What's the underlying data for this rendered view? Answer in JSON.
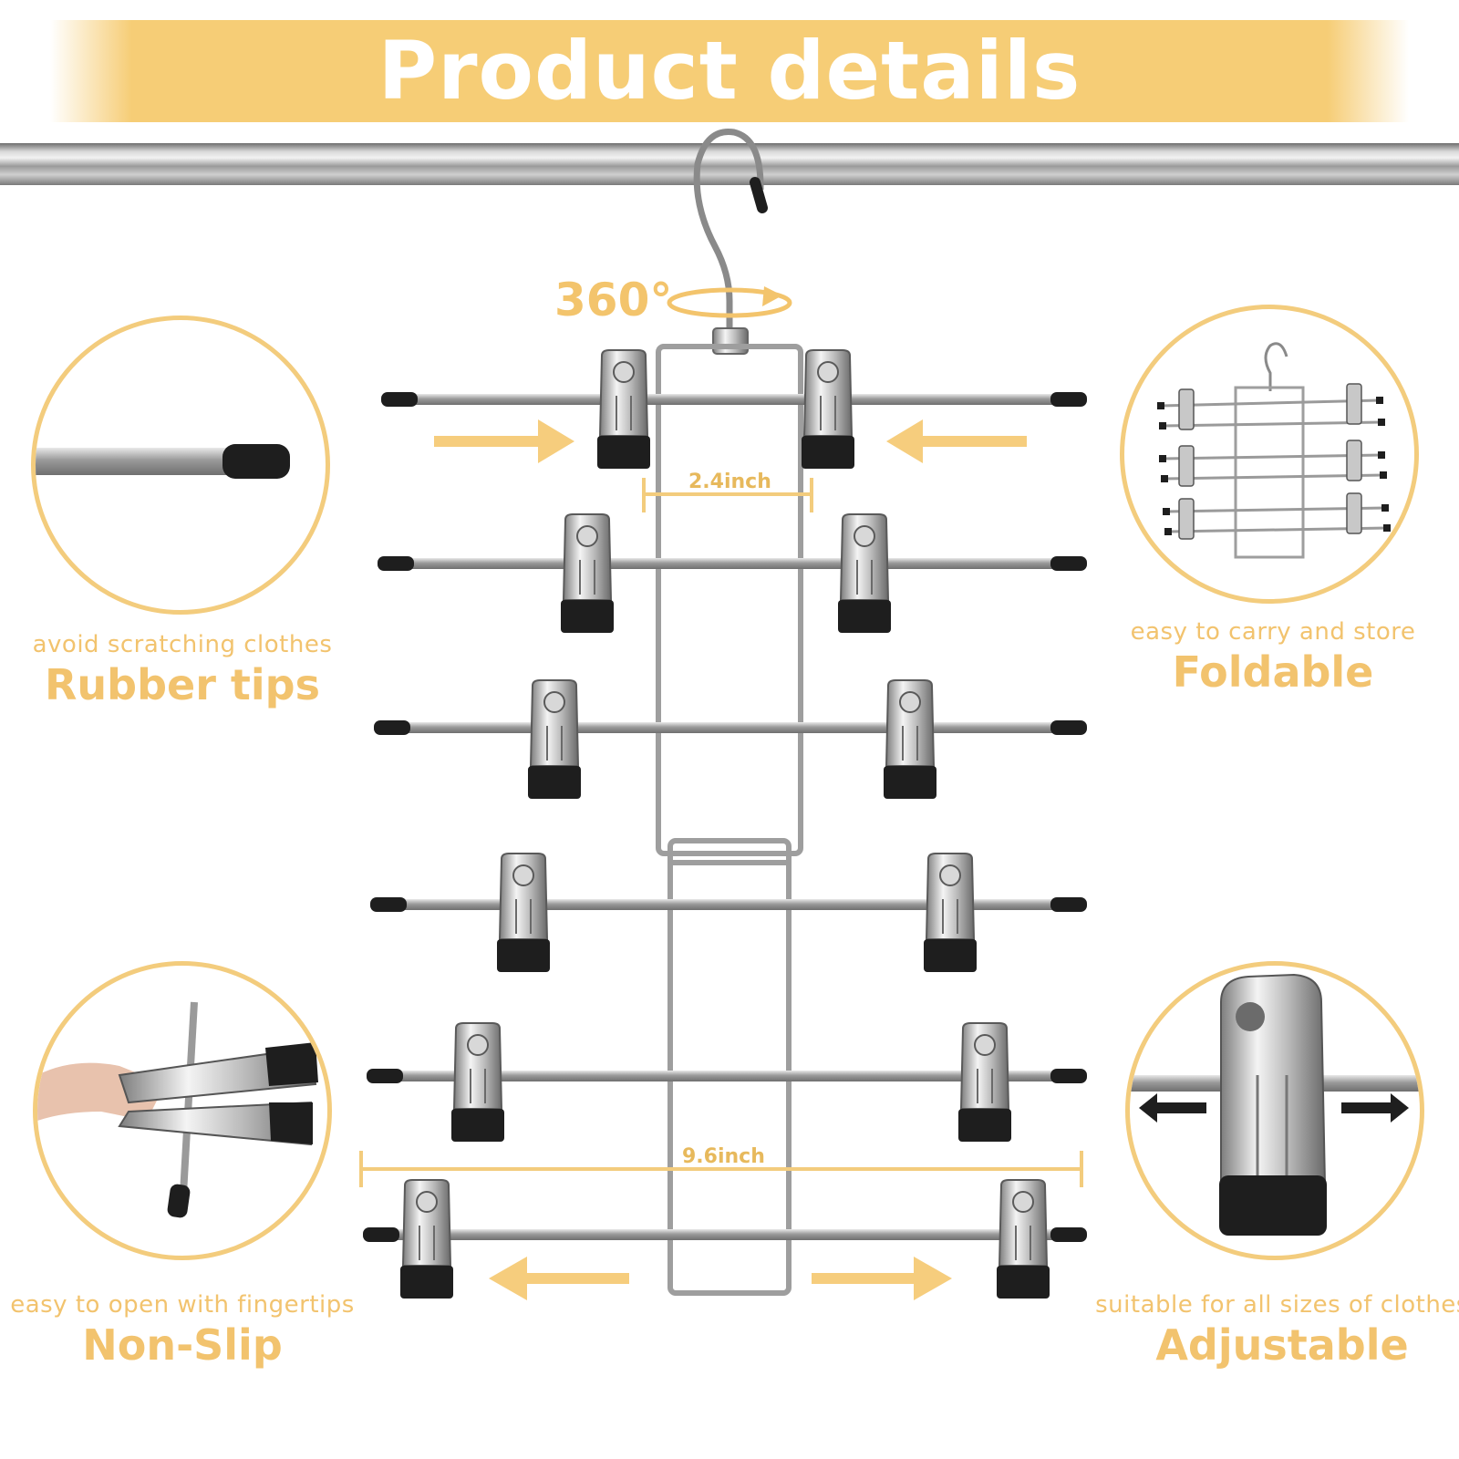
{
  "banner": {
    "title": "Product details"
  },
  "rotation": {
    "label": "360°"
  },
  "dimensions": {
    "inner_width": "2.4inch",
    "outer_width": "9.6inch"
  },
  "features": [
    {
      "sub": "avoid scratching clothes",
      "title": "Rubber tips"
    },
    {
      "sub": "easy to carry and store",
      "title": "Foldable"
    },
    {
      "sub": "easy to open with fingertips",
      "title": "Non-Slip"
    },
    {
      "sub": "suitable for all sizes of clothes",
      "title": "Adjustable"
    }
  ],
  "colors": {
    "accent": "#f3cc7d",
    "text_accent": "#f2c36e",
    "rubber": "#1e1e1e",
    "steel": "#b8b8b8"
  }
}
